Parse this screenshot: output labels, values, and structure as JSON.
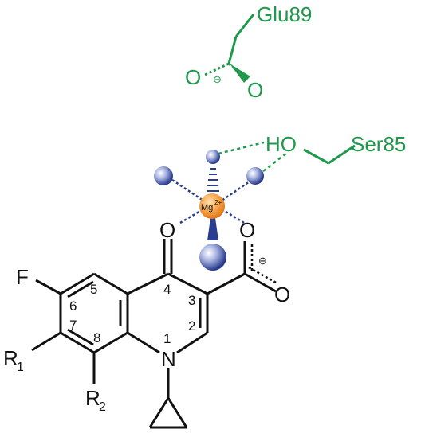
{
  "residues": {
    "glu": "Glu89",
    "ser": "Ser85",
    "hydroxyl": "HO"
  },
  "atoms": {
    "carboxylate_o1": "O",
    "carboxylate_o2": "O",
    "keto_o": "O",
    "acid_o1": "O",
    "acid_o2": "O",
    "fluorine": "F",
    "nitrogen": "N",
    "r1_base": "R",
    "r1_sub": "1",
    "r2_base": "R",
    "r2_sub": "2"
  },
  "metal": {
    "symbol": "Mg",
    "charge": "2+"
  },
  "charges": {
    "glu_minus": "⊖",
    "acid_minus": "⊖"
  },
  "ring_numbers": [
    "1",
    "2",
    "3",
    "4",
    "5",
    "6",
    "7",
    "8"
  ],
  "colors": {
    "residue_green": "#1f9a4c",
    "bond_black": "#111111",
    "water_blue": "#2a3d8f",
    "metal_orange": "#f08a1c"
  }
}
